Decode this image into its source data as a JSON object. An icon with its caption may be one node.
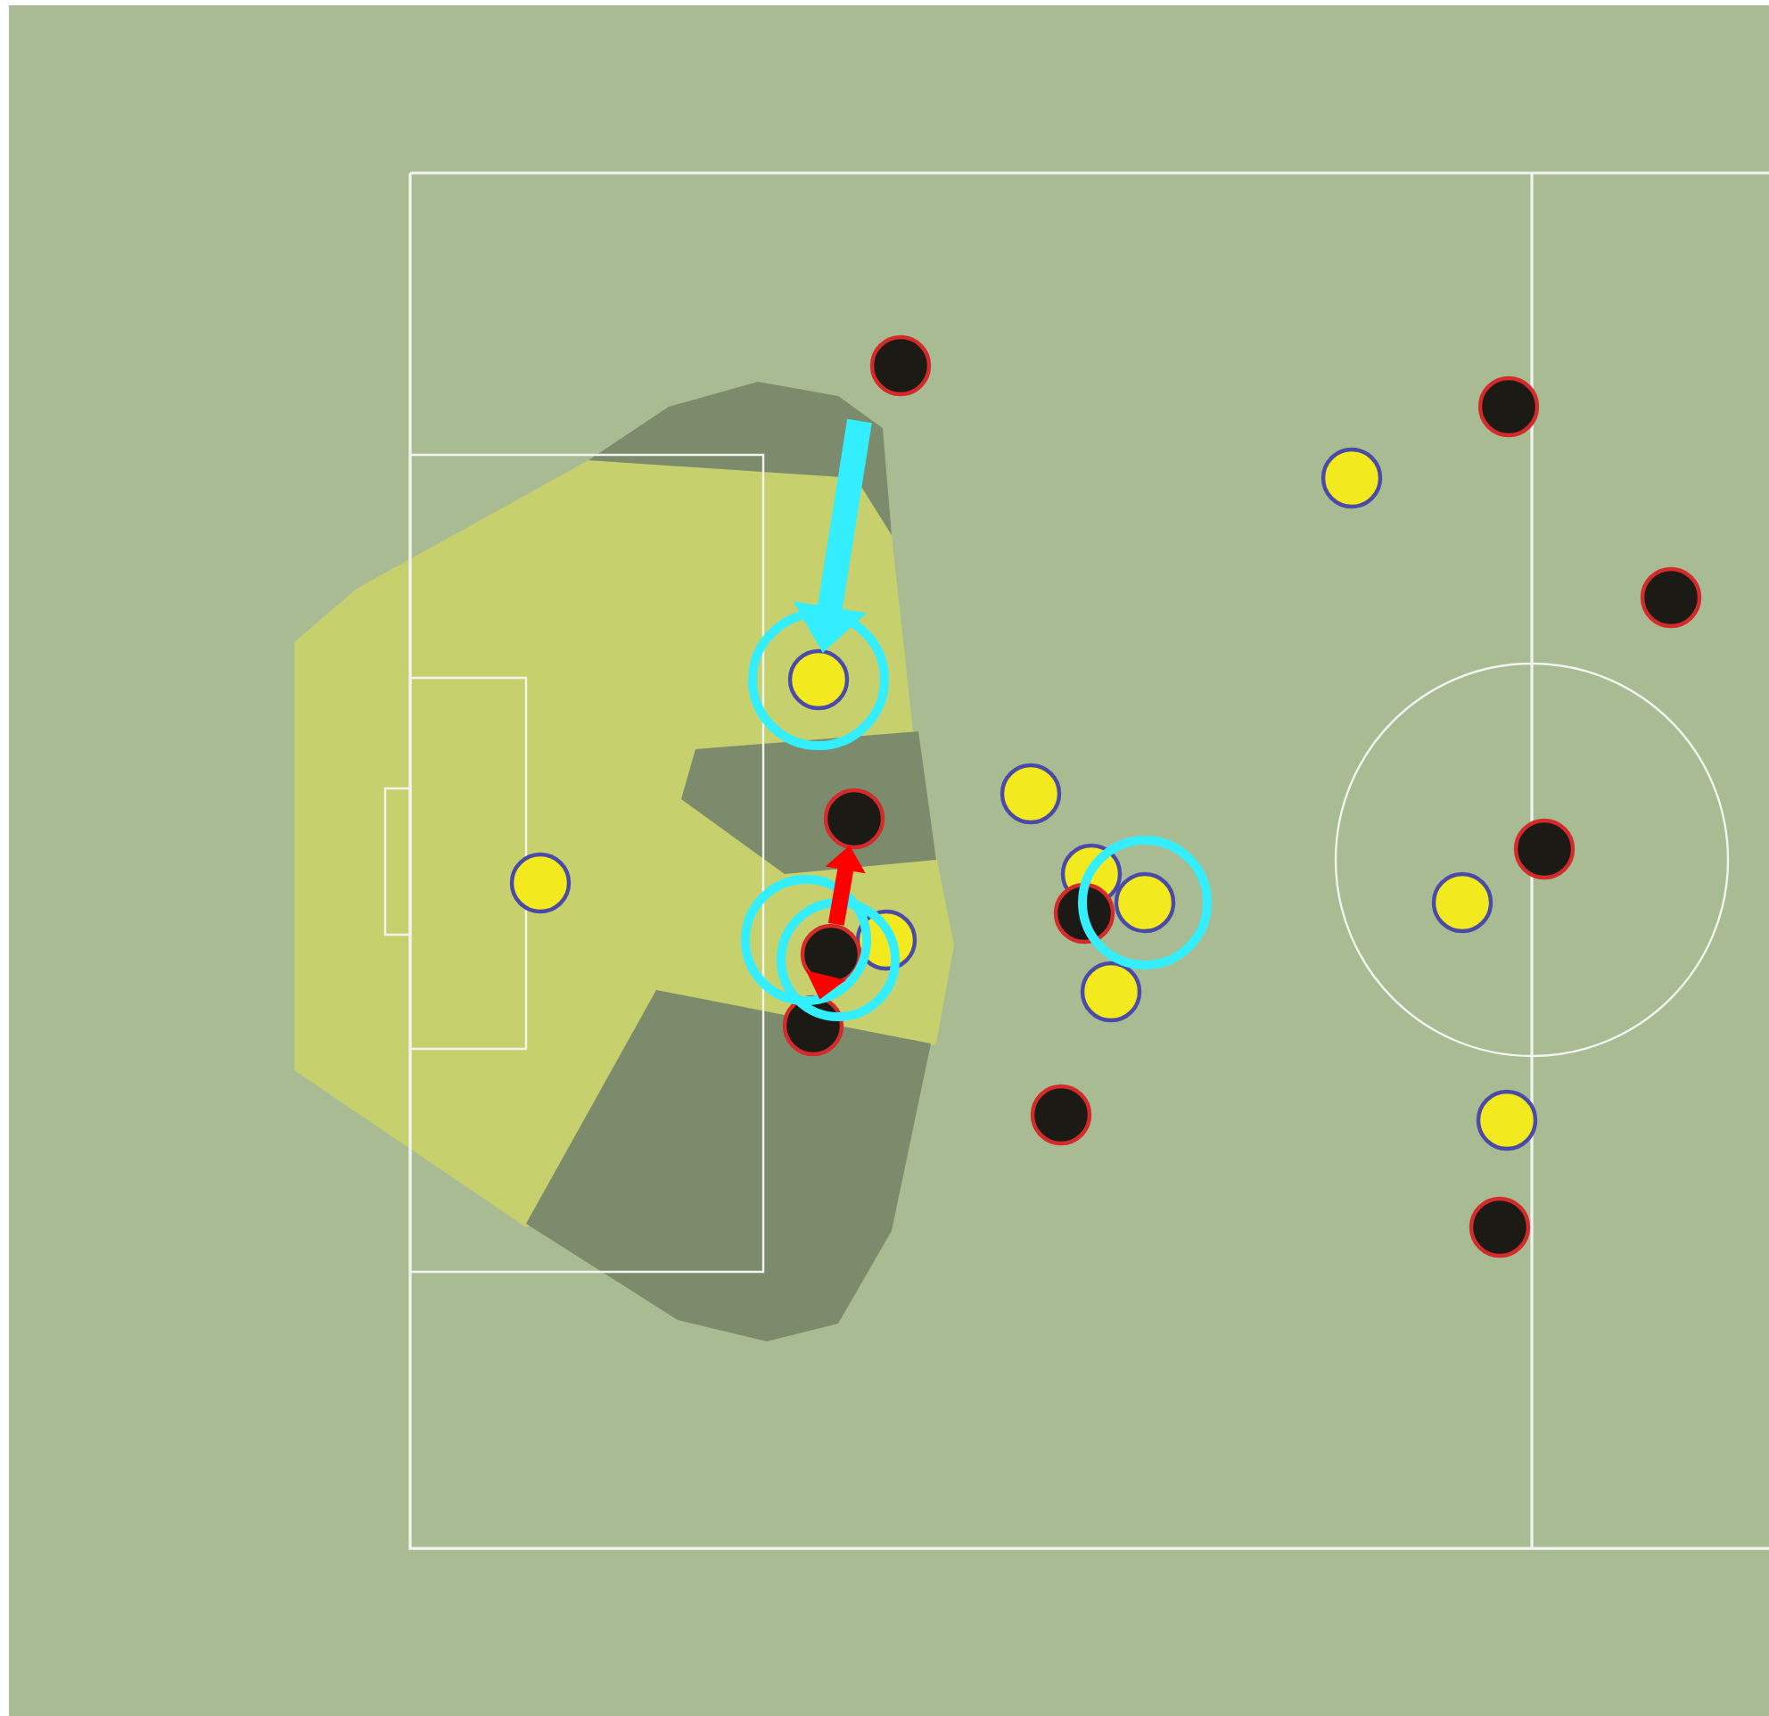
{
  "diagram": {
    "nodes": [
      {
        "text": [],
        "shape": "circle"
      },
      {
        "text": [],
        "shape": "circle"
      },
      {
        "text": [],
        "shape": "circle"
      },
      {
        "text": [],
        "shape": "circle"
      },
      {
        "text": [],
        "shape": "circle"
      },
      {
        "text": [],
        "shape": "circle"
      },
      {
        "text": [],
        "shape": "circle"
      },
      {
        "text": [],
        "shape": "circle"
      },
      {
        "text": [],
        "shape": "circle"
      },
      {
        "text": [],
        "shape": "circle"
      },
      {
        "text": [],
        "shape": "circle"
      },
      {
        "text": [],
        "shape": "circle"
      },
      {
        "text": [],
        "shape": "circle"
      },
      {
        "text": [],
        "shape": "circle"
      },
      {
        "text": [],
        "shape": "circle"
      },
      {
        "text": [],
        "shape": "circle"
      },
      {
        "text": [],
        "shape": "circle"
      },
      {
        "text": [],
        "shape": "circle"
      },
      {
        "text": [],
        "shape": "circle"
      },
      {
        "text": [],
        "shape": "circle"
      }
    ],
    "edges": [
      {
        "from": null,
        "to": 4,
        "arrow": "to",
        "color": "#33eeff"
      },
      {
        "from": 14,
        "to": 6,
        "arrow": "to",
        "color": "#ff0000"
      },
      {
        "from": 14,
        "to": 16,
        "arrow": "to",
        "color": "#ff0000"
      }
    ]
  }
}
